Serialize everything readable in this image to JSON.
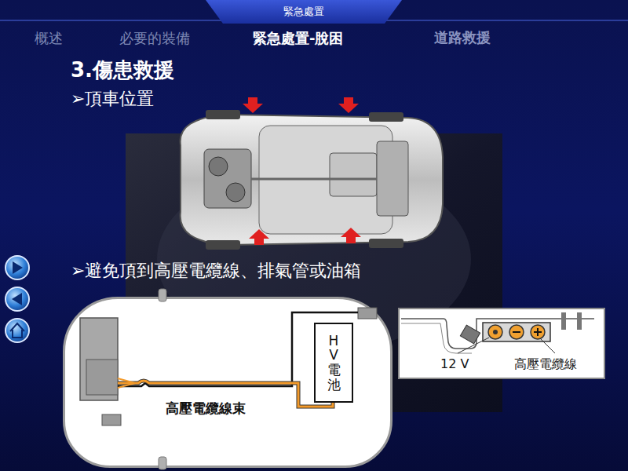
{
  "diagram": {
    "title": "3.傷患救援",
    "nodes": [
      {
        "text": [
          "緊急處置"
        ]
      },
      {
        "text": [
          "高壓電纜線束"
        ]
      },
      {
        "text": [
          "HV電池"
        ],
        "in": 1
      },
      {
        "text": [
          "12 V",
          "高壓電纜線"
        ]
      }
    ],
    "labels": [
      "概述",
      "必要的裝備",
      "緊急處置-脫困",
      "道路救援",
      "➢頂車位置",
      "➢避免頂到高壓電纜線、排氣管或油箱"
    ]
  }
}
